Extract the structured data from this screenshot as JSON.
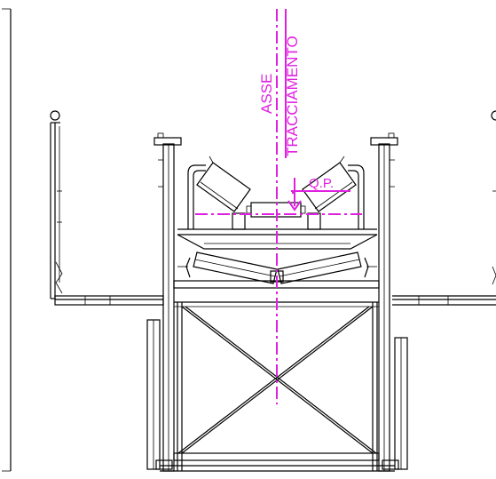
{
  "labels": {
    "axis_line1": "ASSE",
    "axis_line2": "TRACCIAMENTO",
    "qp": "Q.P."
  },
  "colors": {
    "linework": "#000000",
    "annotation": "#e020e0",
    "background": "#ffffff"
  }
}
